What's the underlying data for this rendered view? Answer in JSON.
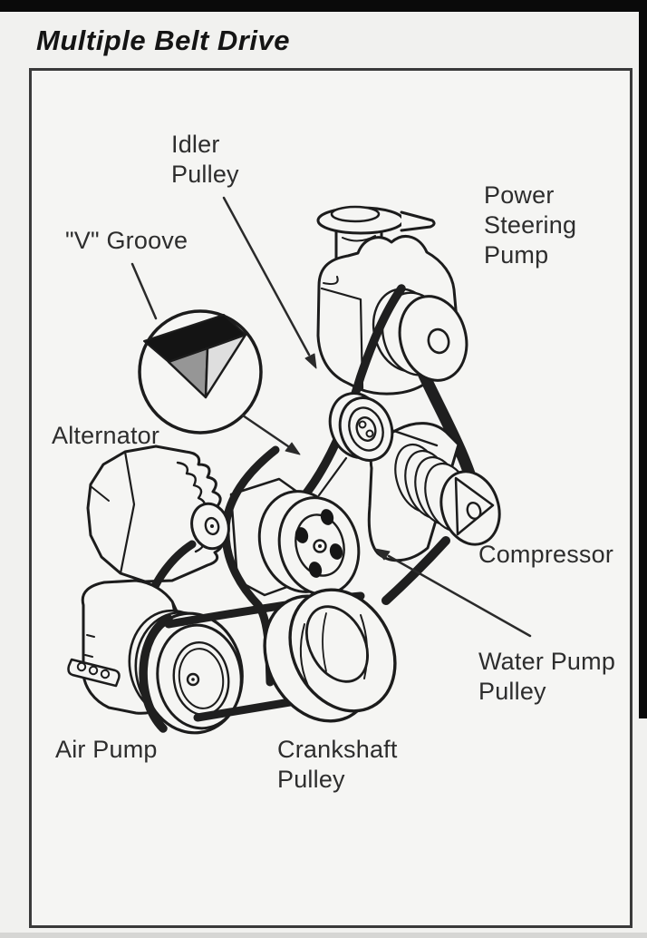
{
  "page": {
    "title": "Multiple Belt Drive"
  },
  "figure": {
    "type": "engine accessory belt-drive line illustration",
    "labels": {
      "idler": "Idler\nPulley",
      "power_steering": "Power\nSteering\nPump",
      "v_groove": "\"V\" Groove",
      "alternator": "Alternator",
      "compressor": "Compressor",
      "water_pump": "Water Pump\nPulley",
      "air_pump": "Air Pump",
      "crankshaft": "Crankshaft\nPulley"
    },
    "components": [
      "Idler Pulley",
      "Power Steering Pump",
      "V-groove belt cross-section inset",
      "Alternator",
      "Compressor",
      "Water Pump Pulley",
      "Air Pump",
      "Crankshaft Pulley"
    ],
    "colors": {
      "ink": "#1c1c1c",
      "belt": "#1f1f1f",
      "paper": "#f5f5f3",
      "page_background": "#f1f1ef",
      "frame_bar": "#0a0a0a"
    }
  }
}
